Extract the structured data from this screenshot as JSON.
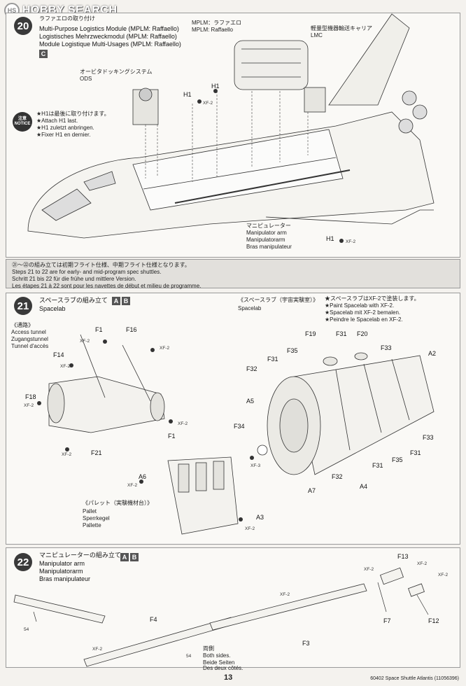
{
  "watermark": {
    "logo": "HS",
    "text": "HOBBY SEARCH"
  },
  "step20": {
    "number": "20",
    "title_jp": "ラファエロの取り付け",
    "title_lines": [
      "Multi-Purpose Logistics Module (MPLM: Raffaello)",
      "Logistisches Mehrzweckmodul (MPLM: Raffaello)",
      "Module Logistique Multi-Usages (MPLM: Raffaello)"
    ],
    "variant": "C",
    "mplm_label": [
      "MPLM：ラファエロ",
      "MPLM: Raffaello"
    ],
    "lmc_label": [
      "軽量型機器輸送キャリア",
      "LMC"
    ],
    "ods_label": [
      "オービタドッキングシステム",
      "ODS"
    ],
    "notice_icon": "注意 NOTICE",
    "notice": [
      "★H1は最後に取り付けます。",
      "★Attach H1 last.",
      "★H1 zuletzt anbringen.",
      "★Fixer H1 en dernier."
    ],
    "manip_label": [
      "マニピュレーター",
      "Manipulator arm",
      "Manipulatorarm",
      "Bras manipulateur"
    ],
    "parts": {
      "h1": "H1",
      "xf2": "XF-2"
    }
  },
  "note_band": [
    "㉑〜㉒の組み立ては初期フライト仕様、中期フライト仕様となります。",
    "Steps 21 to 22 are for early- and mid-program spec shuttles.",
    "Schritt 21 bis 22 für die frühe und mittlere Version.",
    "Les étapes 21 à 22 sont pour les navettes de début et milieu de programme."
  ],
  "step21": {
    "number": "21",
    "title_jp": "スペースラブの組み立て",
    "title_en": "Spacelab",
    "variants": [
      "A",
      "B"
    ],
    "spacelab_jp": "《スペースラブ（宇宙実験室）》",
    "spacelab_en": "Spacelab",
    "paint_note": [
      "★スペースラブはXF-2で塗装します。",
      "★Paint Spacelab with XF-2.",
      "★Spacelab mit XF-2 bemalen.",
      "★Peindre le Spacelab en XF-2."
    ],
    "tunnel": [
      "《通路》",
      "Access tunnel",
      "Zugangstunnel",
      "Tunnel d'accès"
    ],
    "pallet": [
      "《パレット（実験機材台）》",
      "Pallet",
      "Sperrkegel",
      "Pallette"
    ],
    "parts": {
      "f1": "F1",
      "f16": "F16",
      "f14": "F14",
      "f18": "F18",
      "f21": "F21",
      "a6": "A6",
      "a3": "A3",
      "f19": "F19",
      "f31": "F31",
      "f20": "F20",
      "f35": "F35",
      "f33": "F33",
      "f32": "F32",
      "a2": "A2",
      "a5": "A5",
      "f34": "F34",
      "a7": "A7",
      "a4": "A4",
      "xf2": "XF-2",
      "xf3": "XF-3"
    }
  },
  "step22": {
    "number": "22",
    "title_jp": "マニピュレーターの組み立て",
    "title_lines": [
      "Manipulator arm",
      "Manipulatorarm",
      "Bras manipulateur"
    ],
    "variants": [
      "A",
      "B"
    ],
    "both_sides": [
      "両側",
      "Both sides.",
      "Beide Seiten",
      "Des deux côtés."
    ],
    "parts": {
      "f4": "F4",
      "f3": "F3",
      "f7": "F7",
      "f12": "F12",
      "f13": "F13",
      "xf2": "XF-2",
      "n54": "54"
    }
  },
  "footer": {
    "page": "13",
    "code": "60402  Space Shuttle Atlantis (11056396)"
  }
}
